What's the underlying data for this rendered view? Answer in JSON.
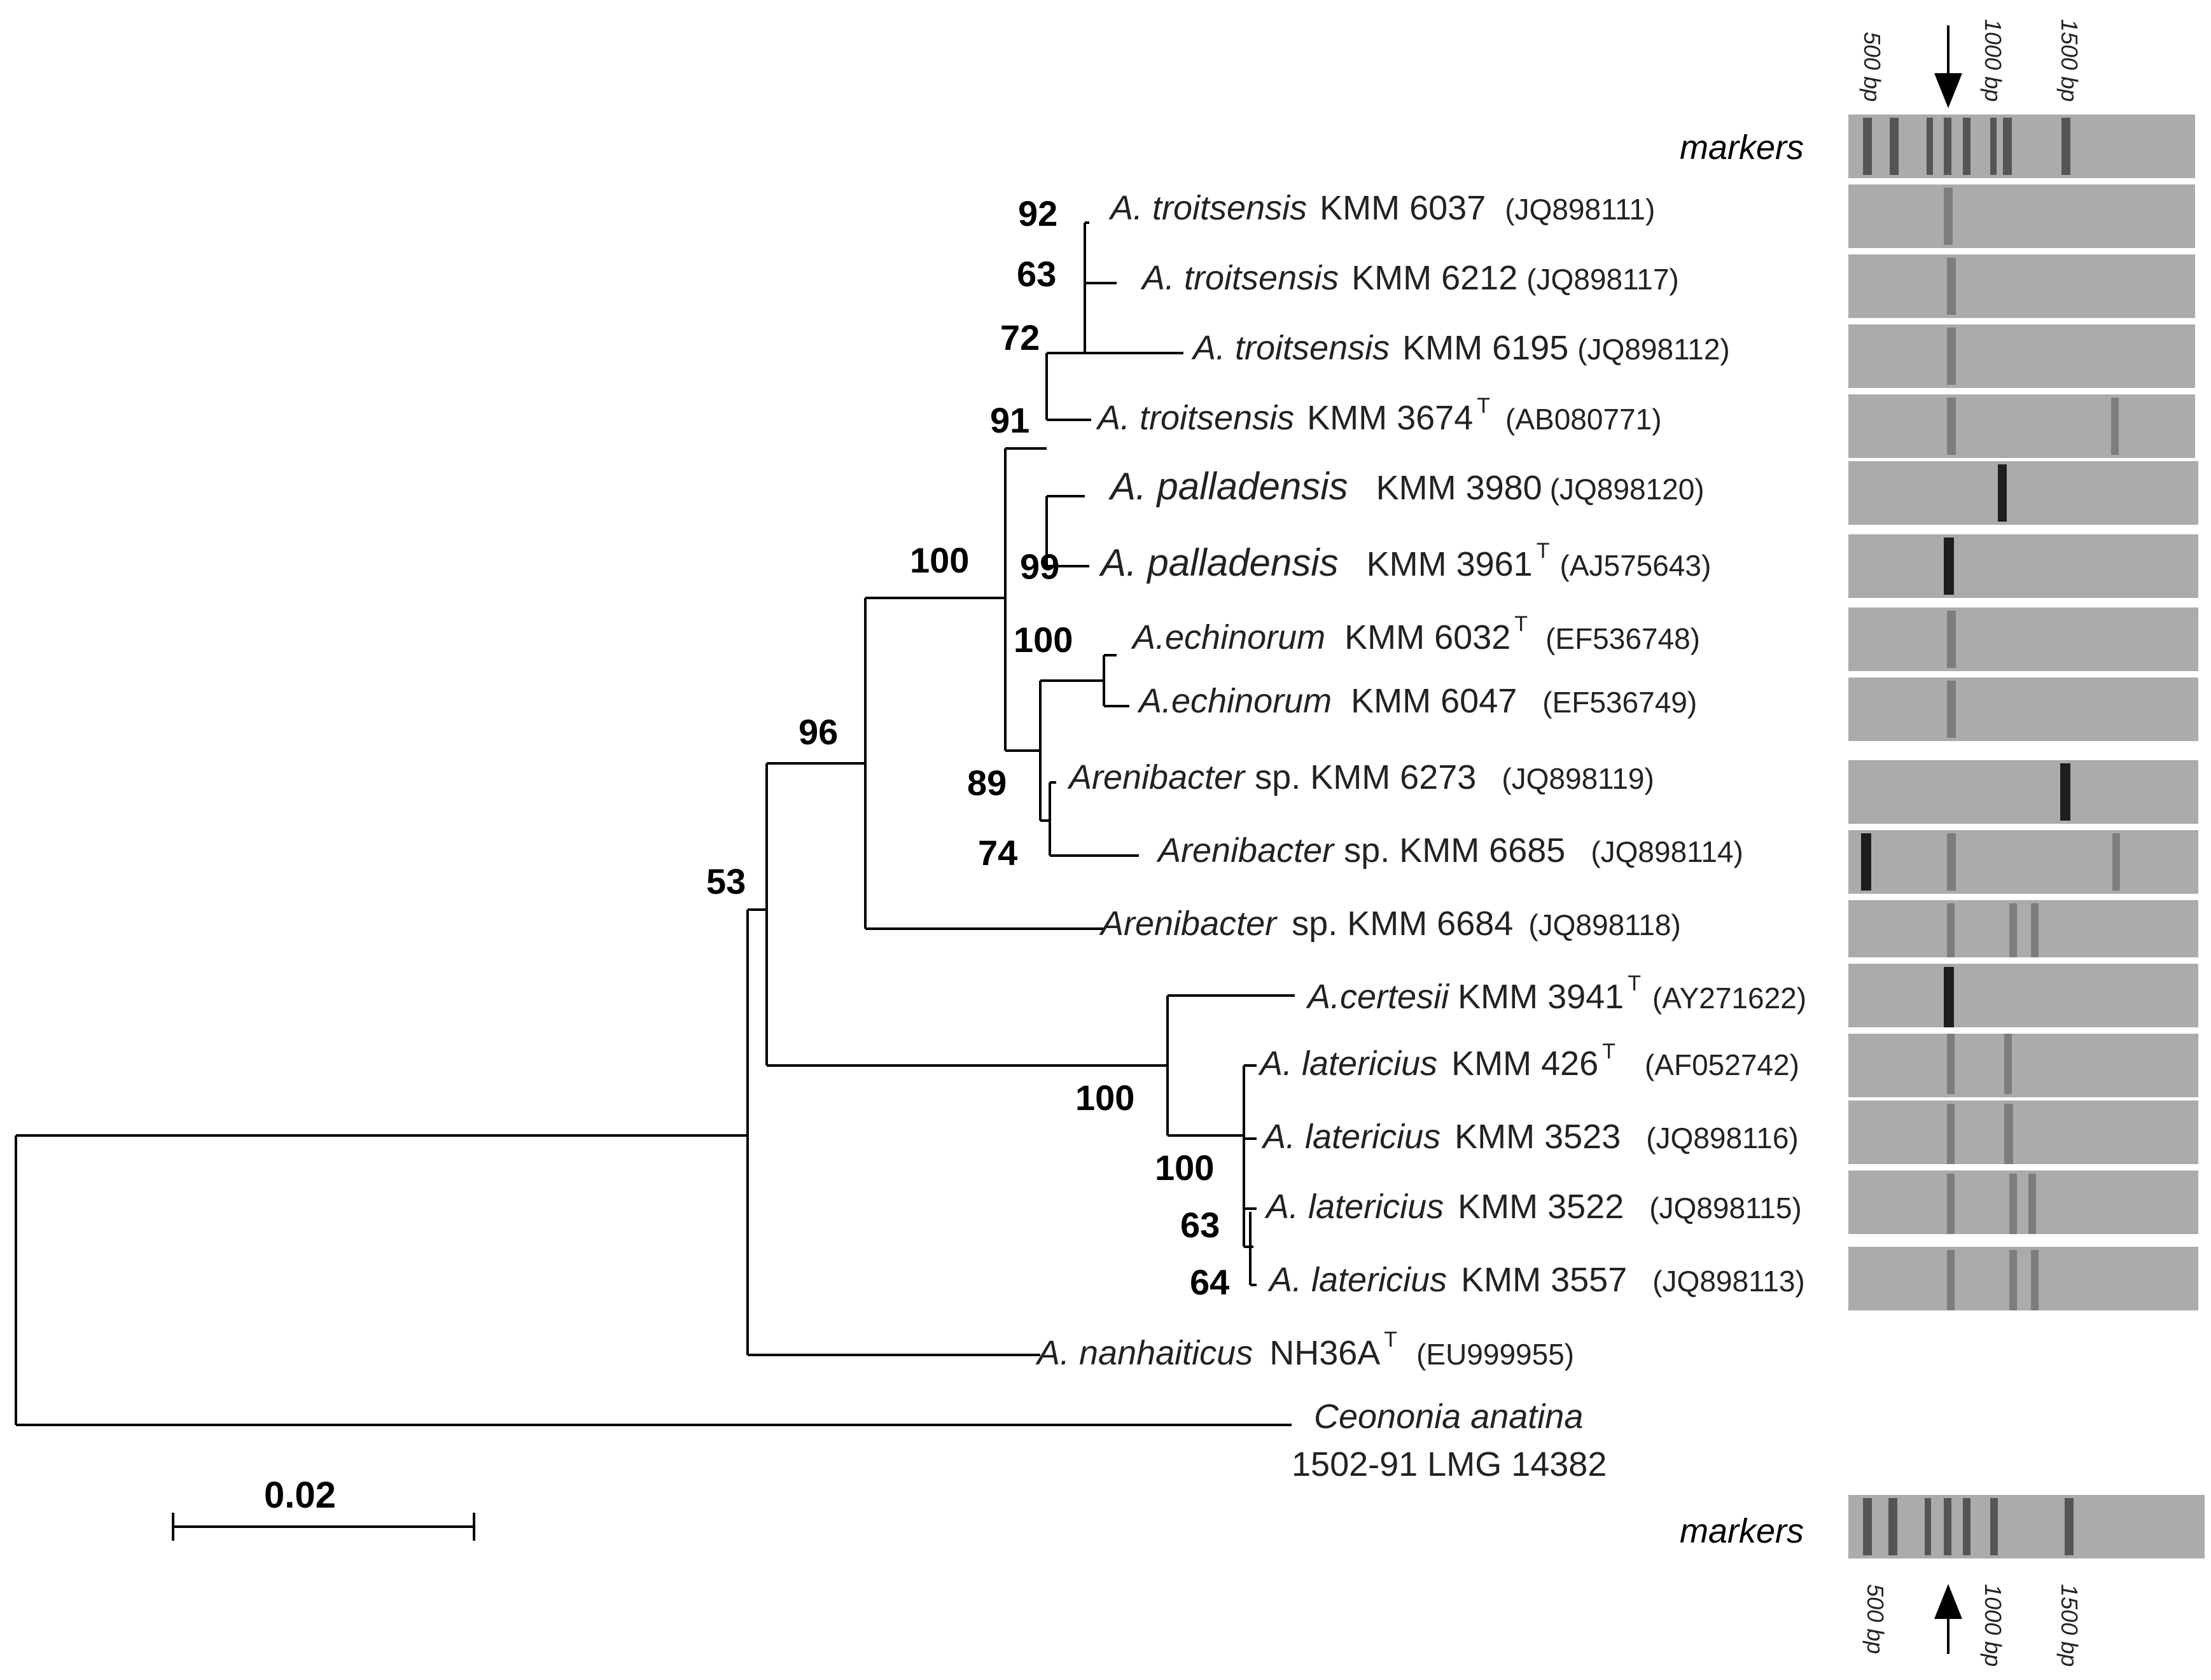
{
  "tree": {
    "taxa": [
      {
        "id": "tro6037",
        "genus": "A. troitsensis",
        "strain": "KMM 6037",
        "sup": "",
        "acc": "(JQ898111)"
      },
      {
        "id": "tro6212",
        "genus": "A. troitsensis",
        "strain": "KMM 6212",
        "sup": "",
        "acc": "(JQ898117)"
      },
      {
        "id": "tro6195",
        "genus": "A. troitsensis",
        "strain": "KMM 6195",
        "sup": "",
        "acc": "(JQ898112)"
      },
      {
        "id": "tro3674",
        "genus": "A. troitsensis",
        "strain": "KMM 3674",
        "sup": "T",
        "acc": "(AB080771)"
      },
      {
        "id": "pal3980",
        "genus": "A. palladensis",
        "strain": "KMM 3980",
        "sup": "",
        "acc": "(JQ898120)"
      },
      {
        "id": "pal3961",
        "genus": "A. palladensis",
        "strain": "KMM 3961",
        "sup": "T",
        "acc": "(AJ575643)"
      },
      {
        "id": "ech6032",
        "genus": "A.echinorum",
        "strain": "KMM 6032",
        "sup": "T",
        "acc": "(EF536748)"
      },
      {
        "id": "ech6047",
        "genus": "A.echinorum",
        "strain": "KMM 6047",
        "sup": "",
        "acc": "(EF536749)"
      },
      {
        "id": "sp6273",
        "genus": "Arenibacter",
        "strain": "sp. KMM 6273",
        "sup": "",
        "acc": "(JQ898119)"
      },
      {
        "id": "sp6685",
        "genus": "Arenibacter",
        "strain": "sp. KMM 6685",
        "sup": "",
        "acc": "(JQ898114)"
      },
      {
        "id": "sp6684",
        "genus": "Arenibacter",
        "strain": "sp. KMM 6684",
        "sup": "",
        "acc": "(JQ898118)"
      },
      {
        "id": "cer3941",
        "genus": "A.certesii",
        "strain": "KMM 3941",
        "sup": "T",
        "acc": "(AY271622)"
      },
      {
        "id": "lat426",
        "genus": "A. latericius",
        "strain": "KMM 426",
        "sup": "T",
        "acc": "(AF052742)"
      },
      {
        "id": "lat3523",
        "genus": "A. latericius",
        "strain": "KMM 3523",
        "sup": "",
        "acc": "(JQ898116)"
      },
      {
        "id": "lat3522",
        "genus": "A. latericius",
        "strain": "KMM 3522",
        "sup": "",
        "acc": "(JQ898115)"
      },
      {
        "id": "lat3557",
        "genus": "A. latericius",
        "strain": "KMM 3557",
        "sup": "",
        "acc": "(JQ898113)"
      },
      {
        "id": "nan36",
        "genus": "A. nanhaiticus",
        "strain": "NH36A",
        "sup": "T",
        "acc": "(EU999955)"
      }
    ],
    "outgroup": {
      "line1": "Ceononia anatina",
      "line2": "1502-91 LMG 14382"
    },
    "bootstrap": [
      "92",
      "63",
      "72",
      "91",
      "100",
      "99",
      "100",
      "89",
      "74",
      "96",
      "53",
      "100",
      "100",
      "63",
      "64"
    ],
    "scale_label": "0.02"
  },
  "gel": {
    "marker_label": "markers",
    "ladder_labels": [
      "500 bp",
      "1000 bp",
      "1500 bp"
    ]
  }
}
